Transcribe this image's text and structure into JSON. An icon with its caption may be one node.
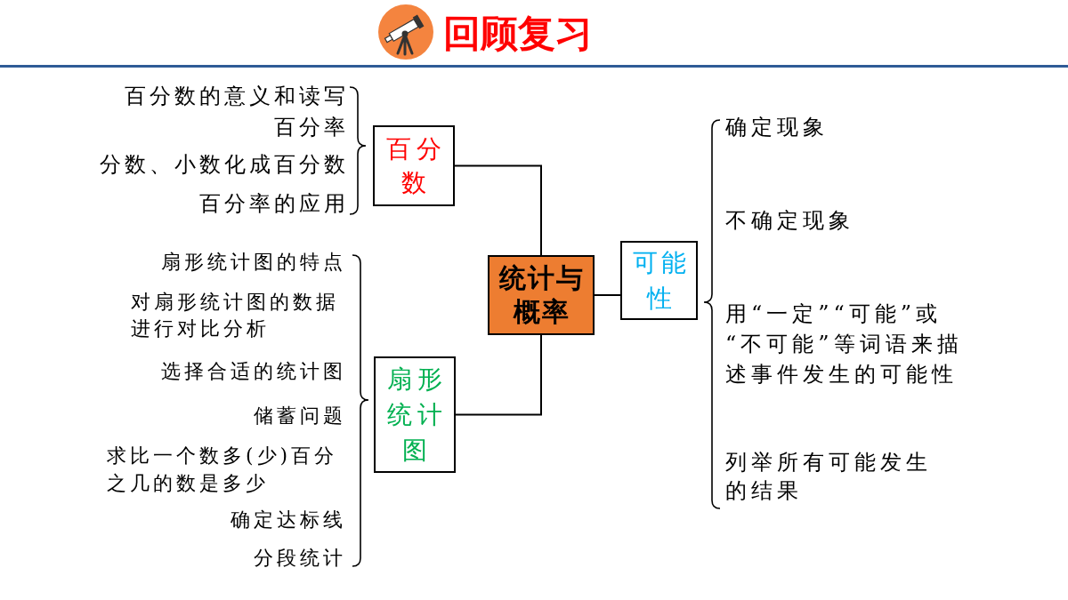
{
  "diagram": {
    "title": "回顾复习",
    "nodes": [
      {
        "text": [
          "统计与概率"
        ]
      },
      {
        "text": [
          "百分数"
        ]
      },
      {
        "text": [
          "扇形统计图"
        ]
      },
      {
        "text": [
          "可能性"
        ]
      }
    ],
    "edges": [
      {
        "from": 0,
        "to": 1,
        "arrow": "none"
      },
      {
        "from": 0,
        "to": 2,
        "arrow": "none"
      },
      {
        "from": 0,
        "to": 3,
        "arrow": "none"
      }
    ],
    "labels": [
      "百分数的意义和读写",
      "百分率",
      "分数、小数化成百分数",
      "百分率的应用",
      "扇形统计图的特点",
      "对扇形统计图的数据进行对比分析",
      "选择合适的统计图",
      "储蓄问题",
      "求比一个数多(少)百分之几的数是多少",
      "确定达标线",
      "分段统计",
      "确定现象",
      "不确定现象",
      "用“一定”“可能”或“不可能”等词语来描述事件发生的可能性",
      "列举所有可能发生的结果"
    ]
  }
}
